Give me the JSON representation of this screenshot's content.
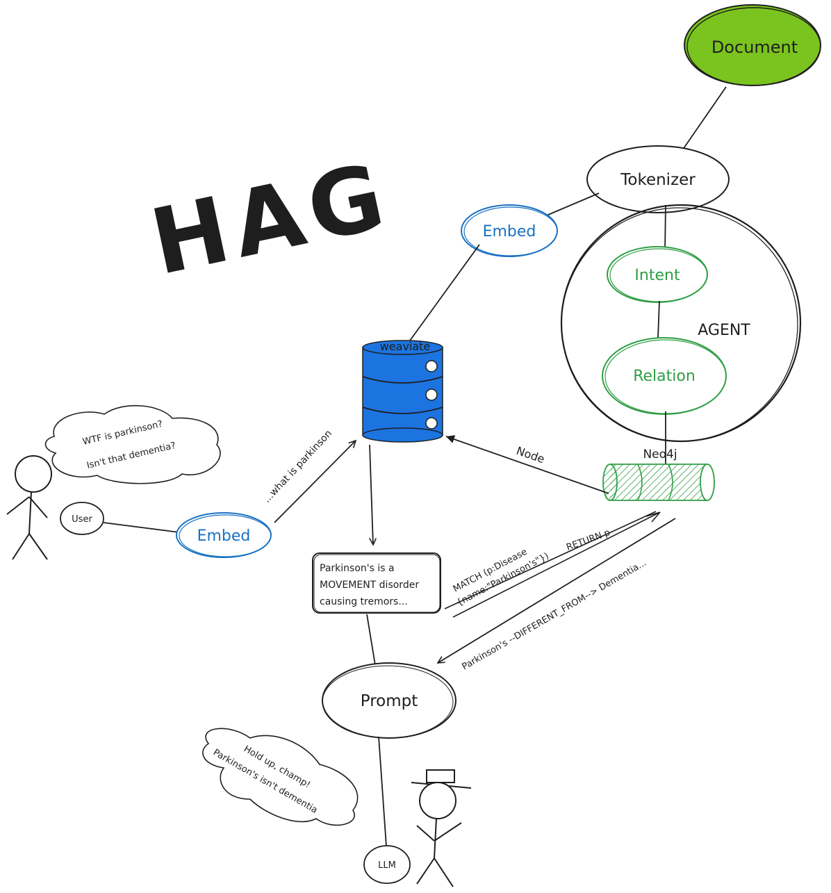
{
  "diagram": {
    "title": "HAG",
    "nodes": {
      "document": "Document",
      "tokenizer": "Tokenizer",
      "embed_top": "Embed",
      "intent": "Intent",
      "relation": "Relation",
      "agent": "AGENT",
      "weaviate": "weaviate",
      "neo4j": "Neo4j",
      "user": "User",
      "embed_user": "Embed",
      "prompt": "Prompt",
      "llm": "LLM",
      "answer_line1": "Parkinson's is a",
      "answer_line2": "MOVEMENT disorder",
      "answer_line3": "causing tremors..."
    },
    "edges": {
      "node": "Node",
      "what_is": "...what is parkinson",
      "match_line1": "MATCH (p:Disease",
      "match_line2": "{name:\"Parkinson's\"})",
      "match_return": "RETURN p",
      "different_from": "Parkinson's --DIFFERENT_FROM--> Dementia..."
    },
    "bubbles": {
      "user_line1": "WTF is parkinson?",
      "user_line2": "Isn't that dementia?",
      "llm_line1": "Hold up, champ!",
      "llm_line2": "Parkinson's isn't dementia"
    },
    "colors": {
      "document_fill": "#7bc41f",
      "embed_blue": "#1971c2",
      "agent_green": "#2f9e44",
      "db_blue": "#1c74e0",
      "neo4j_fill": "#b2f2bb",
      "ink": "#1e1e1e"
    }
  }
}
